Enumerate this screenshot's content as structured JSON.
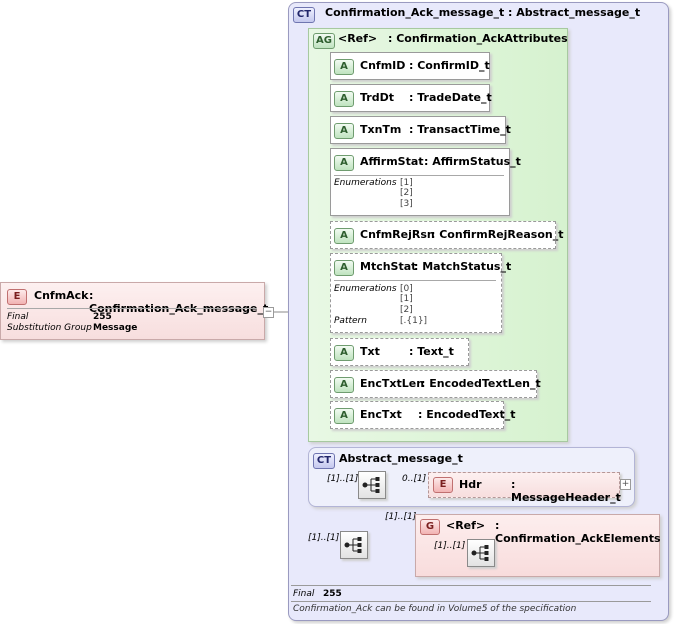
{
  "root": {
    "badge": "E",
    "name": "CnfmAck",
    "type": ": Confirmation_Ack_message_t",
    "props": [
      {
        "key": "Final",
        "value": "255"
      },
      {
        "key": "Substitution Group",
        "value": "Message"
      }
    ],
    "collapse_glyph": "−"
  },
  "complex_type": {
    "badge": "CT",
    "title": "Confirmation_Ack_message_t : Abstract_message_t",
    "final_key": "Final",
    "final_value": "255",
    "footnote": "Confirmation_Ack can be found in Volume5 of the specification"
  },
  "attribute_group": {
    "badge": "AG",
    "ref": "<Ref>",
    "name": ": Confirmation_AckAttributes"
  },
  "attributes": [
    {
      "badge": "A",
      "name": "CnfmID",
      "type": ": ConfirmID_t"
    },
    {
      "badge": "A",
      "name": "TrdDt",
      "type": ": TradeDate_t"
    },
    {
      "badge": "A",
      "name": "TxnTm",
      "type": ": TransactTime_t"
    },
    {
      "badge": "A",
      "name": "AffirmStat",
      "type": ": AffirmStatus_t",
      "enum_label": "Enumerations",
      "enums": [
        "[1]",
        "[2]",
        "[3]"
      ]
    },
    {
      "badge": "A",
      "name": "CnfmRejRsn",
      "type": ": ConfirmRejReason_t"
    },
    {
      "badge": "A",
      "name": "MtchStat",
      "type": ": MatchStatus_t",
      "enum_label": "Enumerations",
      "enums": [
        "[0]",
        "[1]",
        "[2]"
      ],
      "pattern_label": "Pattern",
      "pattern": "[.{1}]"
    },
    {
      "badge": "A",
      "name": "Txt",
      "type": ": Text_t"
    },
    {
      "badge": "A",
      "name": "EncTxtLen",
      "type": ": EncodedTextLen_t"
    },
    {
      "badge": "A",
      "name": "EncTxt",
      "type": ": EncodedText_t"
    }
  ],
  "base_type": {
    "badge": "CT",
    "name": "Abstract_message_t",
    "seq_card": "[1]..[1]",
    "hdr_card": "0..[1]",
    "hdr_badge": "E",
    "hdr_name": "Hdr",
    "hdr_type": ": MessageHeader_t",
    "expand_glyph": "+"
  },
  "outer_seq_card": "[1]..[1]",
  "group": {
    "card": "[1]..[1]",
    "badge": "G",
    "ref": "<Ref>",
    "name": ": Confirmation_AckElements",
    "seq_card": "[1]..[1]"
  },
  "colors": {
    "ct_bg": "#e8e9fb",
    "ag_bg": "#e4f7e0",
    "elem_bg": "#fbe3e3",
    "line": "#8a8a8a"
  }
}
